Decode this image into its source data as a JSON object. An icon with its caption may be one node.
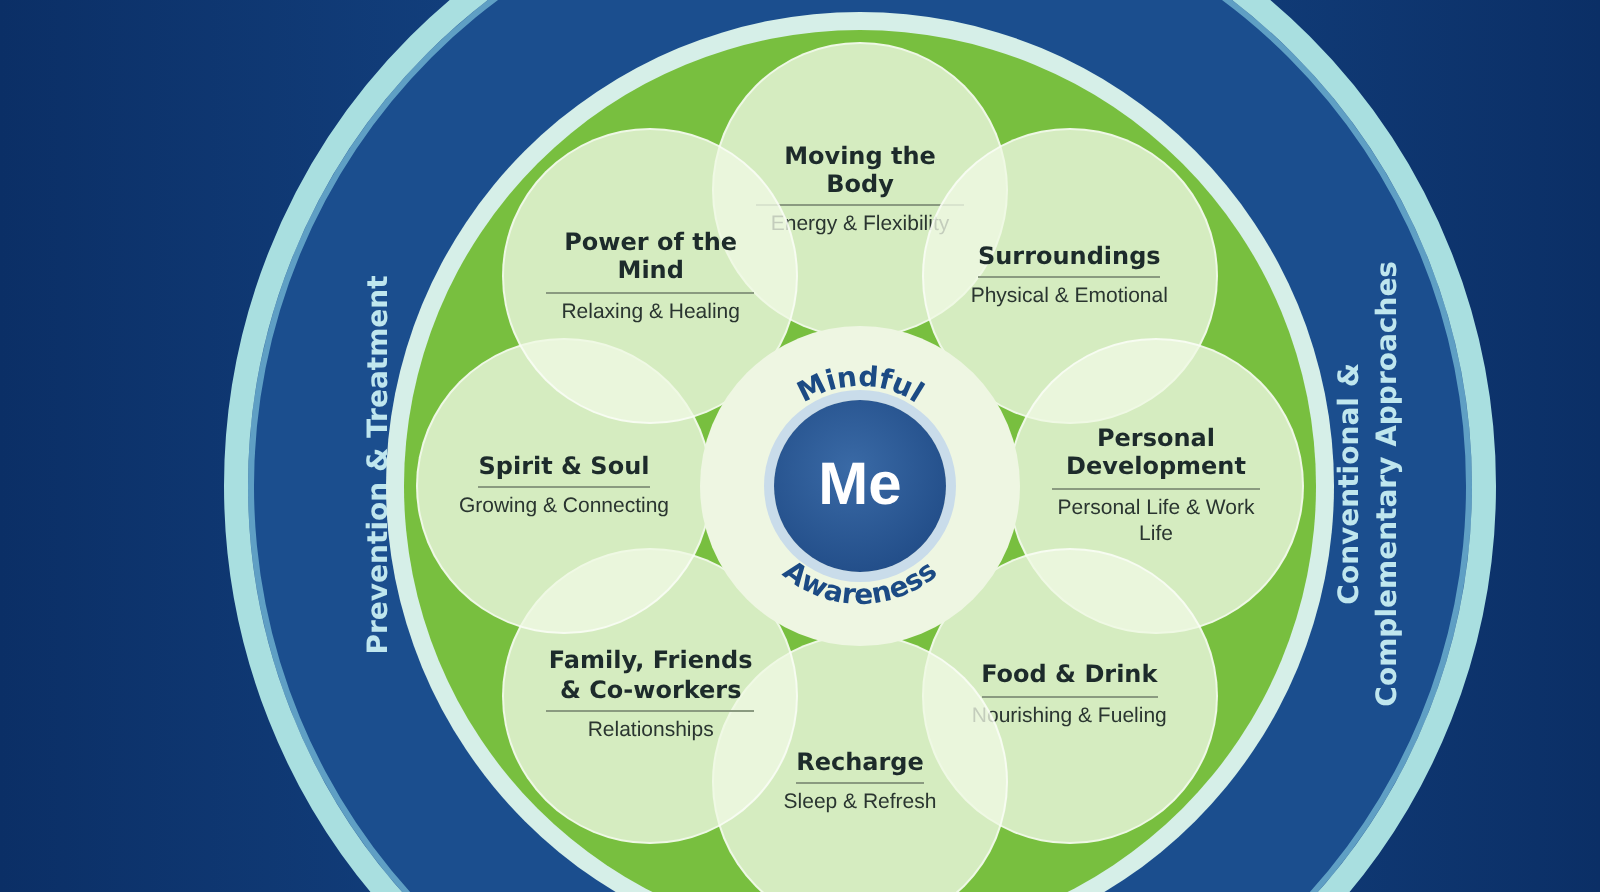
{
  "diagram": {
    "nodes": [
      {
        "text": [
          "Prevention & Treatment",
          "Conventional & Complementary Approaches"
        ]
      },
      {
        "text": [],
        "shape": "circle",
        "in": 0
      },
      {
        "text": [
          "Moving the Body",
          "Energy & Flexibility"
        ],
        "in": 1
      },
      {
        "text": [
          "Surroundings",
          "Physical & Emotional"
        ],
        "in": 1
      },
      {
        "text": [
          "Personal Development",
          "Personal Life & Work Life"
        ],
        "in": 1
      },
      {
        "text": [
          "Food & Drink",
          "Nourishing & Fueling"
        ],
        "in": 1
      },
      {
        "text": [
          "Recharge",
          "Sleep & Refresh"
        ],
        "in": 1
      },
      {
        "text": [
          "Family, Friends & Co-workers",
          "Relationships"
        ],
        "in": 1
      },
      {
        "text": [
          "Spirit & Soul",
          "Growing & Connecting"
        ],
        "in": 1
      },
      {
        "text": [
          "Power of the Mind",
          "Relaxing & Healing"
        ],
        "in": 1
      },
      {
        "text": [
          "Me"
        ],
        "in": 1
      }
    ],
    "labels": [
      "Mindful",
      "Awareness"
    ]
  }
}
